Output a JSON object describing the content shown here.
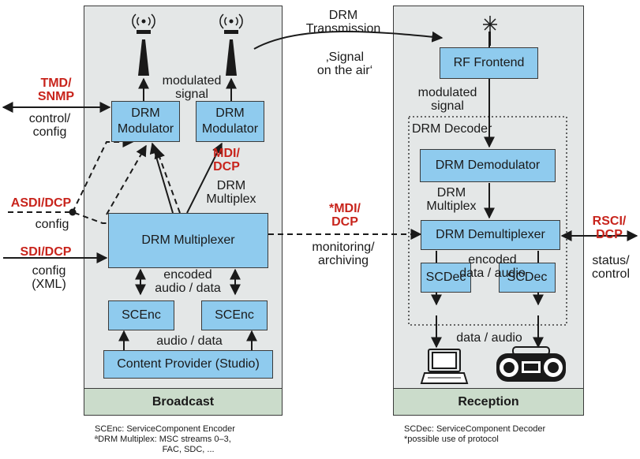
{
  "panels": {
    "broadcast": "Broadcast",
    "reception": "Reception"
  },
  "top": {
    "transmission_label": "DRM\nTransmission",
    "signal_on_air": "‚Signal\non the air‘"
  },
  "broadcast": {
    "modulated_signal": "modulated\nsignal",
    "modulator1": "DRM\nModulator",
    "modulator2": "DRM\nModulator",
    "mdi_dcp": "MDI/\nDCP",
    "drm_multiplex": "DRM\nMultiplex",
    "multiplexer": "DRM Multiplexer",
    "encoded_audio_data": "encoded\naudio / data",
    "scenc1": "SCEnc",
    "scenc2": "SCEnc",
    "audio_data": "audio / data",
    "content_provider": "Content Provider (Studio)"
  },
  "left": {
    "tmd_snmp": "TMD/\nSNMP",
    "control_config": "control/\nconfig",
    "asdi_dcp": "ASDI/DCP",
    "config1": "config",
    "sdi_dcp": "SDI/DCP",
    "config_xml": "config\n(XML)"
  },
  "middle": {
    "mdi_dcp_star": "*MDI/\nDCP",
    "monitoring_archiving": "monitoring/\narchiving"
  },
  "reception": {
    "rf_frontend": "RF Frontend",
    "modulated_signal": "modulated\nsignal",
    "decoder_label": "DRM Decoder",
    "demodulator": "DRM Demodulator",
    "drm_multiplex": "DRM\nMultiplex",
    "demultiplexer": "DRM Demultiplexer",
    "encoded_data_audio": "encoded\ndata / audio",
    "scdec1": "SCDec",
    "scdec2": "SCDec",
    "data_audio": "data / audio"
  },
  "right": {
    "rsci_dcp": "RSCI/\nDCP",
    "status_control": "status/\ncontrol"
  },
  "notes": {
    "broadcast_note": "SCEnc: ServiceComponent Encoder\nªDRM Multiplex: MSC streams 0–3,\n                            FAC, SDC, ...",
    "reception_note": "SCDec: ServiceComponent Decoder\n*possible use of protocol"
  },
  "colors": {
    "box_fill": "#8fcbee",
    "panel_fill": "#e4e7e7",
    "footer_fill": "#cbdccb",
    "protocol_red": "#c8241c"
  },
  "icons": [
    "antenna-icon",
    "antenna-icon",
    "receiver-antenna-icon",
    "computer-terminal-icon",
    "radio-boombox-icon"
  ]
}
